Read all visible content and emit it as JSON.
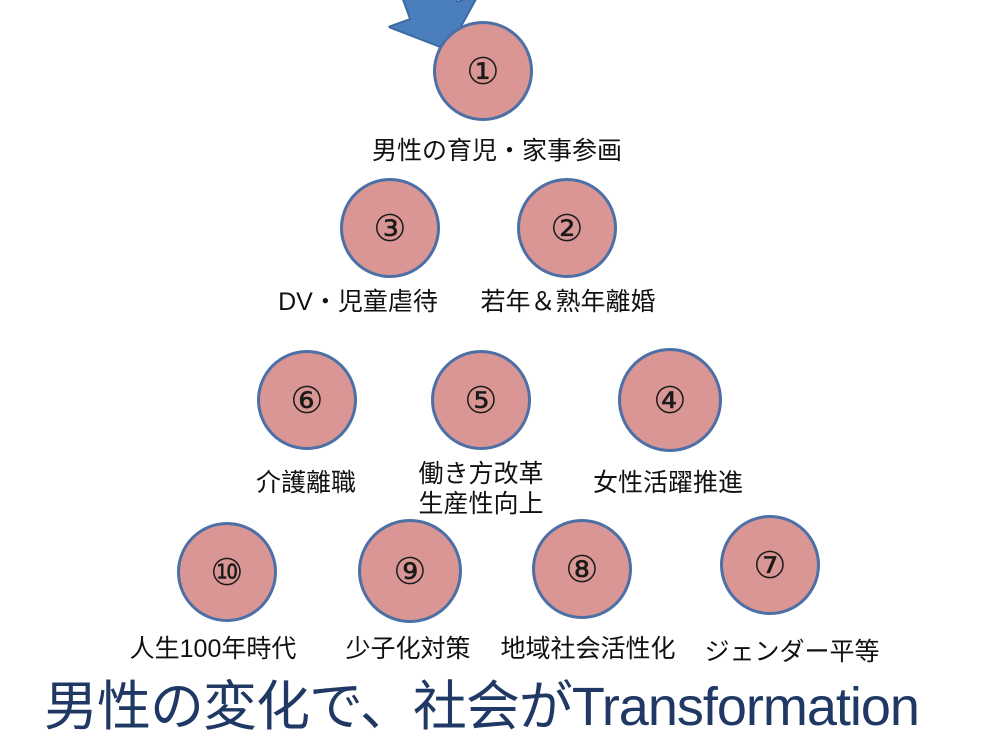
{
  "title": {
    "text": "男性の変化で、社会がTransformation",
    "color": "#1F3864"
  },
  "style": {
    "background": "#FFFFFF",
    "circle_fill": "#D99694",
    "circle_border": "#4C6FA5",
    "arrow_fill": "#4A7EBC",
    "arrow_border": "#3A6AA6",
    "label_color": "#111111"
  },
  "arrow": {
    "name": "down-arrow",
    "points_to": "①"
  },
  "nodes": [
    {
      "number": "①",
      "label": "男性の育児・家事参画"
    },
    {
      "number": "②",
      "label": "若年＆熟年離婚"
    },
    {
      "number": "③",
      "label": "DV・児童虐待"
    },
    {
      "number": "④",
      "label": "女性活躍推進"
    },
    {
      "number": "⑤",
      "label": "働き方改革\n生産性向上"
    },
    {
      "number": "⑥",
      "label": "介護離職"
    },
    {
      "number": "⑦",
      "label": "ジェンダー平等"
    },
    {
      "number": "⑧",
      "label": "地域社会活性化"
    },
    {
      "number": "⑨",
      "label": "少子化対策"
    },
    {
      "number": "⑩",
      "label": "人生100年時代"
    }
  ]
}
